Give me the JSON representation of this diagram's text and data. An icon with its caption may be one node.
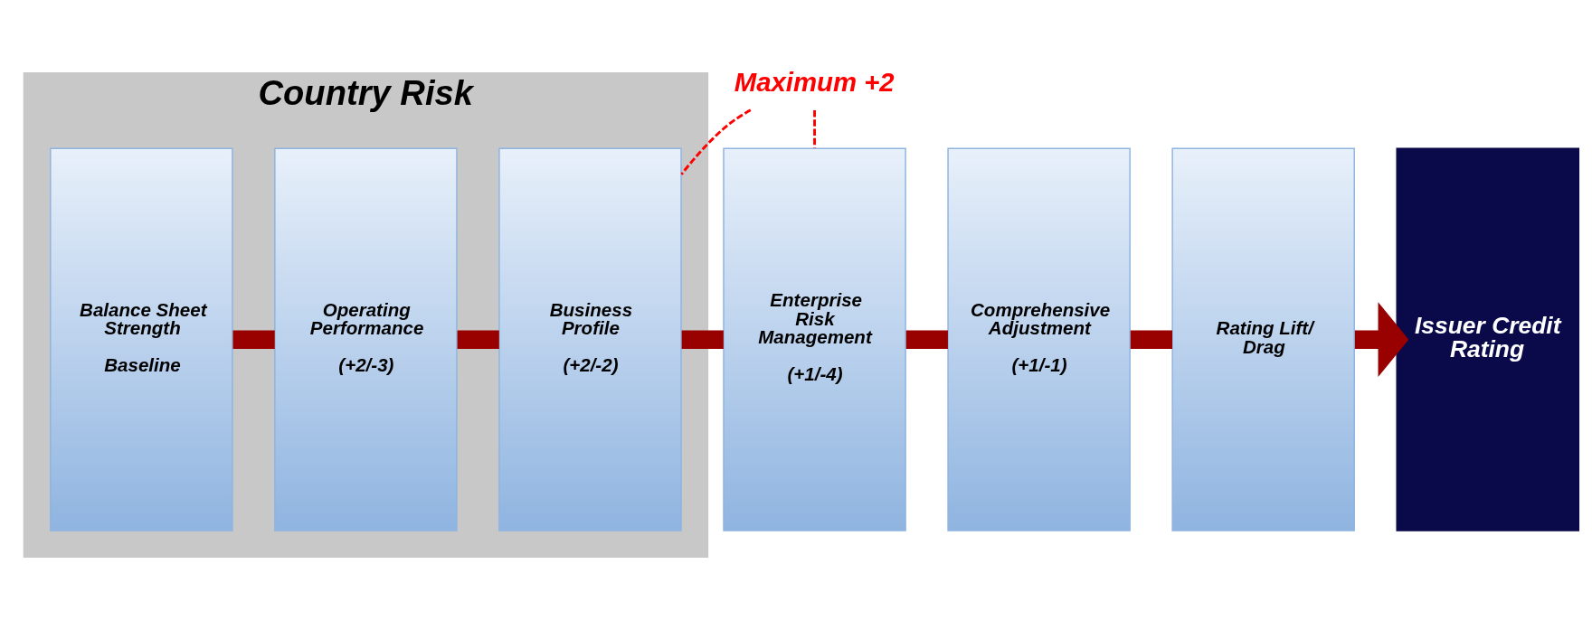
{
  "diagram": {
    "nodes": [
      {
        "text": [
          "Country Risk"
        ]
      },
      {
        "text": [
          "Balance Sheet Strength",
          "Baseline"
        ],
        "in": 0
      },
      {
        "text": [
          "Operating Performance",
          "(+2/-3)"
        ],
        "in": 0
      },
      {
        "text": [
          "Business Profile",
          "(+2/-2)"
        ],
        "in": 0
      },
      {
        "text": [
          "Enterprise Risk Management",
          "(+1/-4)"
        ]
      },
      {
        "text": [
          "Comprehensive Adjustment",
          "(+1/-1)"
        ]
      },
      {
        "text": [
          "Rating Lift/ Drag"
        ]
      },
      {
        "text": [
          "Issuer Credit Rating"
        ]
      },
      {
        "text": [
          "Maximum +2"
        ]
      }
    ],
    "edges": [
      {
        "from": 1,
        "to": 2,
        "arrow": "none"
      },
      {
        "from": 2,
        "to": 3,
        "arrow": "none"
      },
      {
        "from": 3,
        "to": 4,
        "arrow": "none"
      },
      {
        "from": 4,
        "to": 5,
        "arrow": "none"
      },
      {
        "from": 5,
        "to": 6,
        "arrow": "none"
      },
      {
        "from": 6,
        "to": 7,
        "arrow": "to"
      },
      {
        "from": 8,
        "to": 3,
        "arrow": "none",
        "style": "dashed",
        "color": "#ff0000"
      },
      {
        "from": 8,
        "to": 4,
        "arrow": "none",
        "style": "dashed",
        "color": "#ff0000"
      }
    ]
  }
}
